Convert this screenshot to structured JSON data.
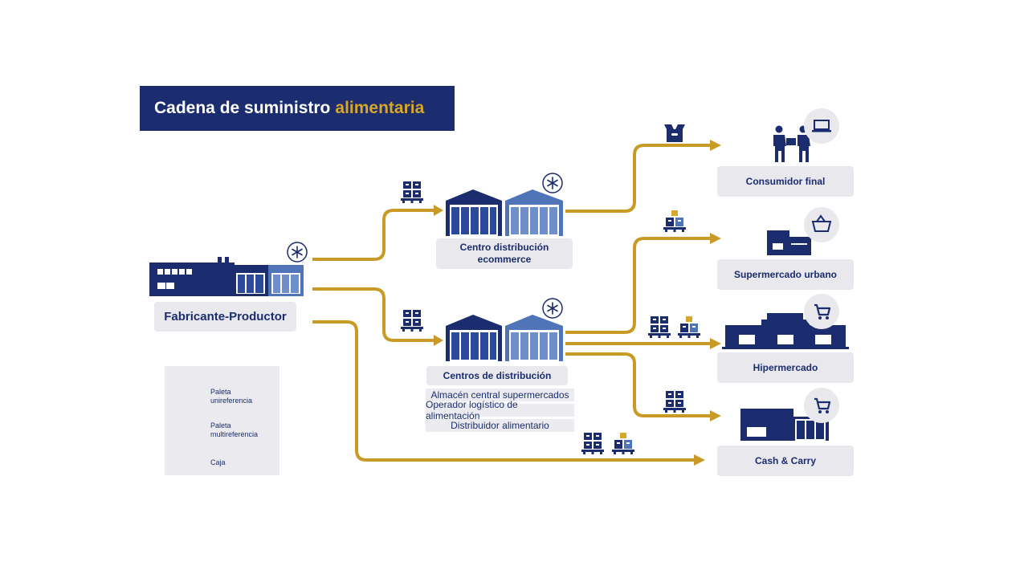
{
  "title": {
    "main": "Cadena de suministro",
    "accent": "alimentaria"
  },
  "nodes": {
    "manufacturer": "Fabricante-Productor",
    "ecommerce_center": "Centro distribución ecommerce",
    "distribution_centers": "Centros de distribución",
    "distribution_types": [
      "Almacén central supermercados",
      "Operador logístico de alimentación",
      "Distribuidor alimentario"
    ],
    "final_consumer": "Consumidor final",
    "urban_supermarket": "Supermercado urbano",
    "hypermarket": "Hipermercado",
    "cash_carry": "Cash & Carry"
  },
  "legend": {
    "items": [
      {
        "label": "Paleta unireferencia",
        "icon": "single-reference-pallet-icon"
      },
      {
        "label": "Paleta multireferencia",
        "icon": "multi-reference-pallet-icon"
      },
      {
        "label": "Caja",
        "icon": "box-icon"
      }
    ]
  },
  "colors": {
    "navy": "#1b2d6e",
    "gold": "#c99a26",
    "light_blue": "#4f75b8",
    "label_bg": "#e8e8ed"
  }
}
